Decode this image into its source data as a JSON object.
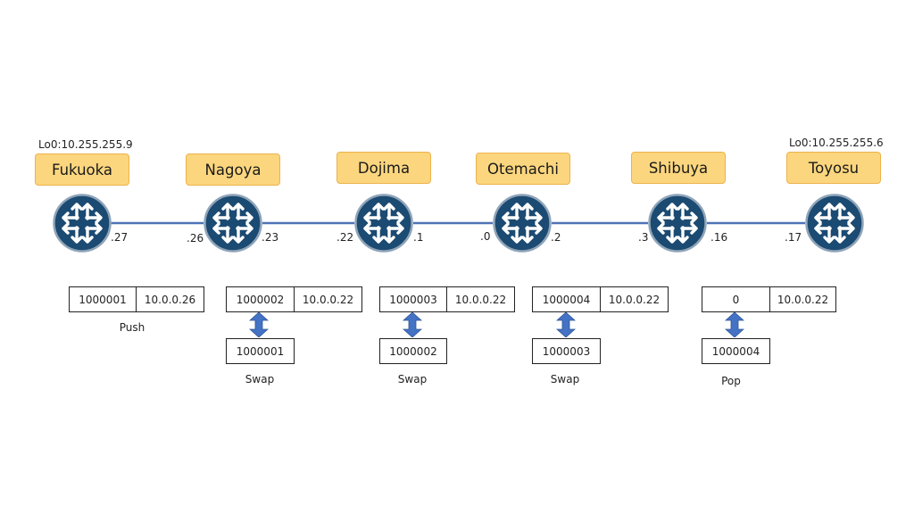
{
  "routers": [
    {
      "name": "Fukuoka",
      "loopback": "Lo0:10.255.255.9"
    },
    {
      "name": "Nagoya"
    },
    {
      "name": "Dojima"
    },
    {
      "name": "Otemachi"
    },
    {
      "name": "Shibuya"
    },
    {
      "name": "Toyosu",
      "loopback": "Lo0:10.255.255.6"
    }
  ],
  "ports": [
    ".27",
    ".26",
    ".23",
    ".22",
    ".1",
    ".0",
    ".2",
    ".3",
    ".16",
    ".17"
  ],
  "label_tables": [
    {
      "out_label": "1000001",
      "next_hop": "10.0.0.26",
      "operation": "Push"
    },
    {
      "out_label": "1000002",
      "next_hop": "10.0.0.22",
      "in_label": "1000001",
      "operation": "Swap"
    },
    {
      "out_label": "1000003",
      "next_hop": "10.0.0.22",
      "in_label": "1000002",
      "operation": "Swap"
    },
    {
      "out_label": "1000004",
      "next_hop": "10.0.0.22",
      "in_label": "1000003",
      "operation": "Swap"
    },
    {
      "out_label": "0",
      "next_hop": "10.0.0.22",
      "in_label": "1000004",
      "operation": "Pop"
    }
  ],
  "colors": {
    "router_fill": "#1b4a72",
    "router_border": "#8fa4b8",
    "name_box_fill": "#fcd67e",
    "name_box_border": "#ecb24c",
    "link": "#4f73b5",
    "arrow": "#4472c4"
  },
  "icons": {
    "router": "router-icon",
    "label_mapping": "double-arrow-icon"
  }
}
